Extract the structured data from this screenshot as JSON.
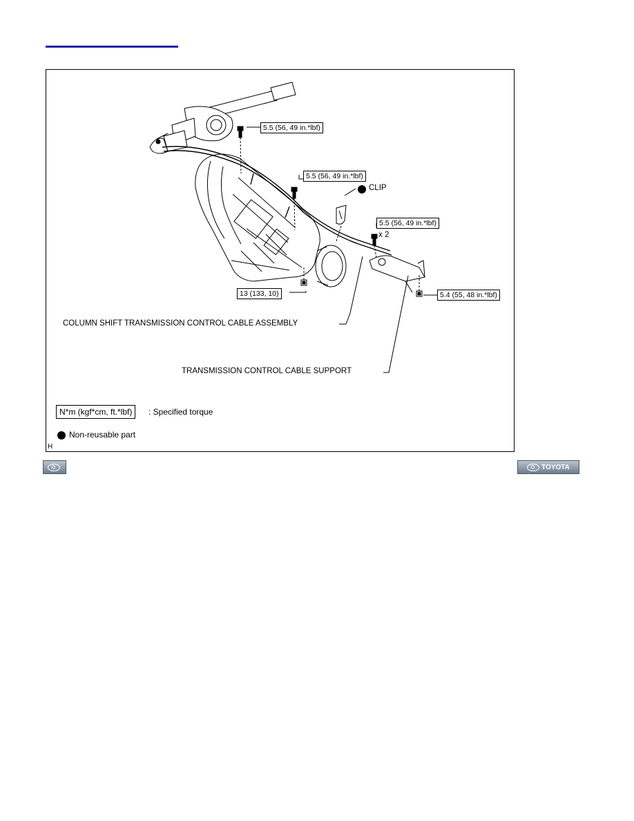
{
  "diagram": {
    "torque_labels": {
      "steering_column_bolt": "5.5 (56, 49 in.*lbf)",
      "transmission_bolt": "5.5 (56, 49 in.*lbf)",
      "support_bolts": "5.5 (56, 49 in.*lbf)",
      "transmission_nut": "13 (133, 10)",
      "support_nut": "5.4 (55, 48 in.*lbf)"
    },
    "quantity_label": "x 2",
    "clip_label": "CLIP",
    "part_labels": {
      "cable_assembly": "COLUMN SHIFT TRANSMISSION CONTROL CABLE ASSEMBLY",
      "cable_support": "TRANSMISSION CONTROL CABLE SUPPORT"
    },
    "legend": {
      "torque_unit": "N*m (kgf*cm, ft.*lbf)",
      "torque_desc": ": Specified torque",
      "non_reusable": "Non-reusable part"
    },
    "figure_id": "H"
  },
  "footer": {
    "right_button_label": "TOYOTA"
  },
  "colors": {
    "link_underline": "#1a1aa8",
    "nav_button": "#8e9aa8"
  }
}
